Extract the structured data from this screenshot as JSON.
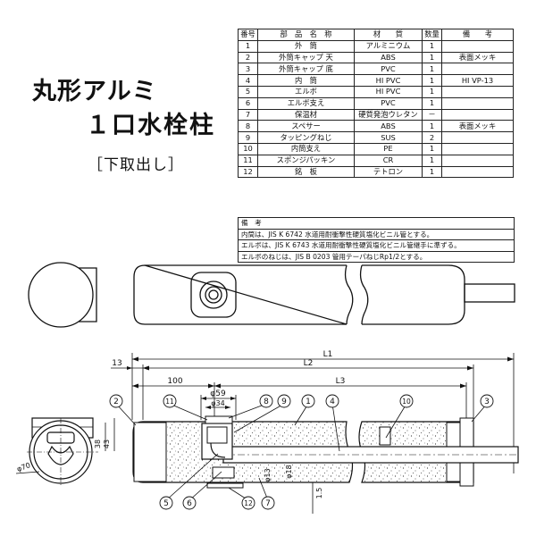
{
  "title": {
    "line1": "丸形アルミ",
    "line2": "１口水栓柱",
    "subtitle": "［下取出し］"
  },
  "parts_table": {
    "headers": [
      "番号",
      "部　品　名　称",
      "材　　質",
      "数量",
      "備　　考"
    ],
    "rows": [
      {
        "no": "1",
        "name": "外　筒",
        "material": "アルミニウム",
        "qty": "1",
        "note": ""
      },
      {
        "no": "2",
        "name": "外筒キャップ 天",
        "material": "ABS",
        "qty": "1",
        "note": "表面メッキ"
      },
      {
        "no": "3",
        "name": "外筒キャップ 底",
        "material": "PVC",
        "qty": "1",
        "note": ""
      },
      {
        "no": "4",
        "name": "内　筒",
        "material": "HI PVC",
        "qty": "1",
        "note": "HI VP-13"
      },
      {
        "no": "5",
        "name": "エルボ",
        "material": "HI PVC",
        "qty": "1",
        "note": ""
      },
      {
        "no": "6",
        "name": "エルボ支え",
        "material": "PVC",
        "qty": "1",
        "note": ""
      },
      {
        "no": "7",
        "name": "保温材",
        "material": "硬質発泡ウレタン",
        "qty": "－",
        "note": ""
      },
      {
        "no": "8",
        "name": "スペサー",
        "material": "ABS",
        "qty": "1",
        "note": "表面メッキ"
      },
      {
        "no": "9",
        "name": "タッピングねじ",
        "material": "SUS",
        "qty": "2",
        "note": ""
      },
      {
        "no": "10",
        "name": "内筒支え",
        "material": "PE",
        "qty": "1",
        "note": ""
      },
      {
        "no": "11",
        "name": "スポンジパッキン",
        "material": "CR",
        "qty": "1",
        "note": ""
      },
      {
        "no": "12",
        "name": "銘　板",
        "material": "テトロン",
        "qty": "1",
        "note": ""
      }
    ],
    "notes_header": "備　考",
    "notes": [
      "内筒は、JIS K 6742 水道用耐衝撃性硬質塩化ビニル管とする。",
      "エルボは、JIS K 6743 水道用耐衝撃性硬質塩化ビニル管継手に準ずる。",
      "エルボのねじは、JIS B 0203 管用テーパねじRp1/2とする。"
    ]
  },
  "dimensions": {
    "L1": "L1",
    "L2": "L2",
    "L3": "L3",
    "d13": "13",
    "d100": "100",
    "d59": "φ59",
    "d34": "φ34",
    "d38": "38",
    "d43": "43",
    "d70": "φ70",
    "d13b": "φ13",
    "d18": "φ18",
    "d15": "1.5"
  },
  "callouts": [
    "1",
    "2",
    "3",
    "4",
    "5",
    "6",
    "7",
    "8",
    "9",
    "10",
    "11",
    "12"
  ]
}
